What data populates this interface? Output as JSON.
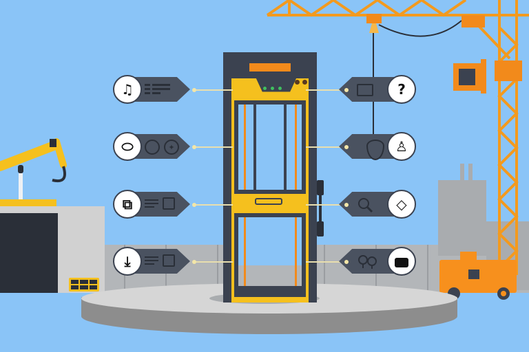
{
  "scene": {
    "title": "Elevator door module with feature callouts",
    "colors": {
      "sky": "#8ac4f7",
      "frame_yellow": "#f5c01e",
      "frame_dark": "#3b4250",
      "accent_orange": "#f28a1b",
      "status_green": "#3fbf5f",
      "platform_top": "#d6d6d6",
      "platform_side": "#8d8d8d",
      "wall_gray": "#b3b6b9"
    }
  },
  "callouts": {
    "left": [
      {
        "id": "music",
        "icon": "music-note-icon",
        "glyph": "♫",
        "secondary": [
          "text-lines-icon"
        ]
      },
      {
        "id": "football",
        "icon": "football-icon",
        "glyph": "⬭",
        "secondary": [
          "circle-icon",
          "compass-star-icon"
        ]
      },
      {
        "id": "layout",
        "icon": "layout-frames-icon",
        "glyph": "⧉",
        "secondary": [
          "text-lines-icon",
          "box-icon"
        ]
      },
      {
        "id": "download",
        "icon": "download-arrow-icon",
        "glyph": "⤓",
        "secondary": [
          "text-lines-icon",
          "box-icon"
        ]
      }
    ],
    "right": [
      {
        "id": "help",
        "icon": "question-mark-icon",
        "glyph": "?",
        "secondary": [
          "toolbox-icon"
        ]
      },
      {
        "id": "person",
        "icon": "person-icon",
        "glyph": "♙",
        "secondary": [
          "pendant-icon"
        ]
      },
      {
        "id": "diamond",
        "icon": "diamond-icon",
        "glyph": "◇",
        "secondary": [
          "magnifier-icon"
        ]
      },
      {
        "id": "bag",
        "icon": "bag-icon",
        "glyph": "👜",
        "secondary": [
          "trees-icon"
        ]
      }
    ]
  },
  "indicators": {
    "status_lights": 3,
    "top_buttons": 2
  }
}
